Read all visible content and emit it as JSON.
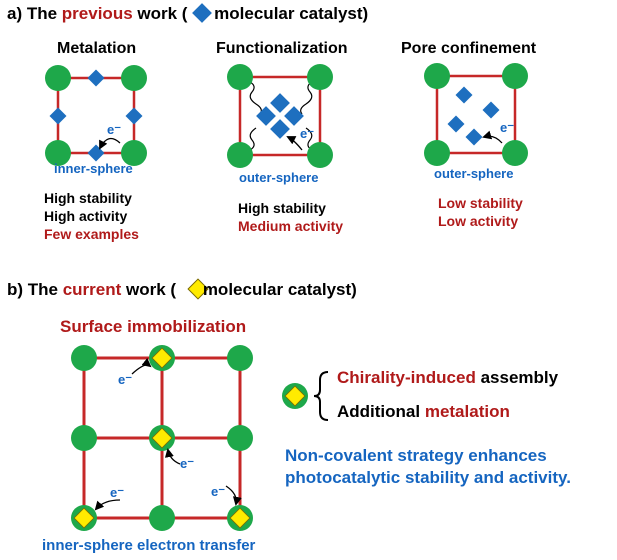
{
  "colors": {
    "node_green": "#1ea84a",
    "bond_red": "#c62828",
    "catalyst_blue": "#1e6fbf",
    "catalyst_yellow": "#ffeb00",
    "text_red": "#b01a1a",
    "text_blue": "#1565c0"
  },
  "section_a": {
    "prefix": "a) The ",
    "highlight": "previous",
    "middle": " work (",
    "suffix": " molecular catalyst)",
    "catalyst_icon": "blue-diamond",
    "panels": [
      {
        "title": "Metalation",
        "electron_label": "e⁻",
        "sphere": "inner-sphere",
        "statements": [
          {
            "text": "High stability",
            "tone": "positive"
          },
          {
            "text": "High activity",
            "tone": "positive"
          },
          {
            "text": "Few examples",
            "tone": "negative"
          }
        ]
      },
      {
        "title": "Functionalization",
        "electron_label": "e⁻",
        "sphere": "outer-sphere",
        "statements": [
          {
            "text": "High stability",
            "tone": "positive"
          },
          {
            "text": "Medium activity",
            "tone": "negative"
          }
        ]
      },
      {
        "title": "Pore confinement",
        "electron_label": "e⁻",
        "sphere": "outer-sphere",
        "statements": [
          {
            "text": "Low stability",
            "tone": "negative"
          },
          {
            "text": "Low activity",
            "tone": "negative"
          }
        ]
      }
    ]
  },
  "section_b": {
    "prefix": "b) The ",
    "highlight": "current",
    "middle": " work (",
    "suffix": " molecular catalyst)",
    "catalyst_icon": "yellow-diamond",
    "subtitle": "Surface immobilization",
    "electron_label": "e⁻",
    "caption": "inner-sphere electron transfer",
    "features": [
      {
        "highlight": "Chirality-induced",
        "rest": " assembly",
        "highlight_first": true
      },
      {
        "highlight": "metalation",
        "rest": "Additional ",
        "highlight_first": false
      }
    ],
    "conclusion": [
      "Non-covalent strategy enhances",
      "photocatalytic stability and activity."
    ]
  }
}
